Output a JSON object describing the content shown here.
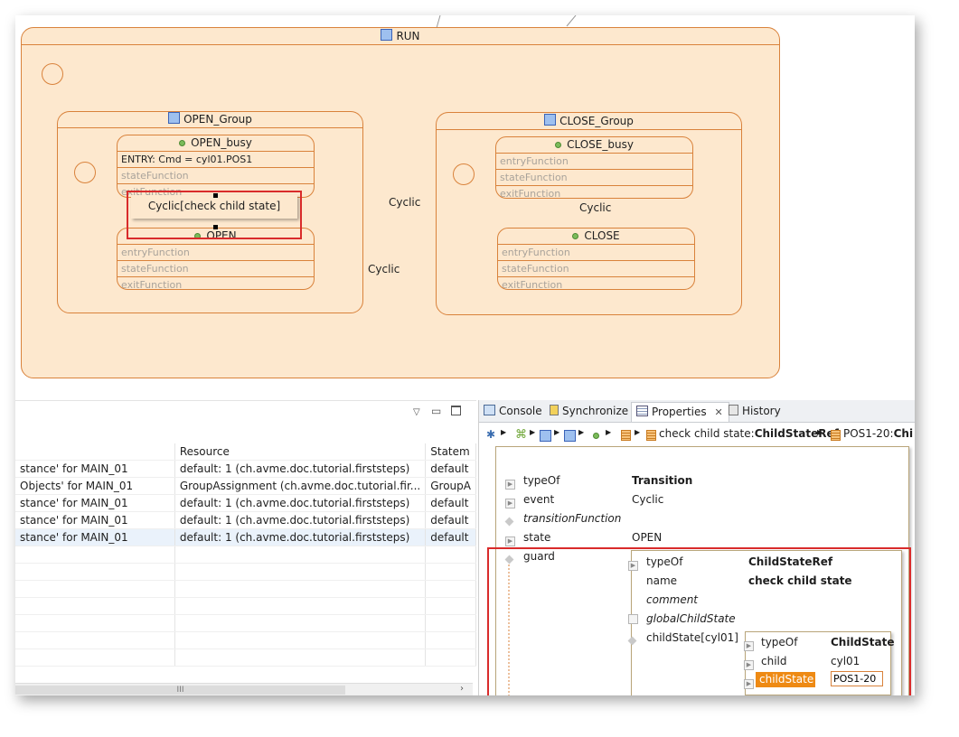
{
  "diagram": {
    "run_title": "RUN",
    "open_group_title": "OPEN_Group",
    "close_group_title": "CLOSE_Group",
    "open_busy": {
      "title": "OPEN_busy",
      "rows": [
        "ENTRY: Cmd = cyl01.POS1",
        "stateFunction",
        "exitFunction"
      ]
    },
    "open": {
      "title": "OPEN",
      "rows": [
        "entryFunction",
        "stateFunction",
        "exitFunction"
      ]
    },
    "close_busy": {
      "title": "CLOSE_busy",
      "rows": [
        "entryFunction",
        "stateFunction",
        "exitFunction"
      ]
    },
    "close": {
      "title": "CLOSE",
      "rows": [
        "entryFunction",
        "stateFunction",
        "exitFunction"
      ]
    },
    "label_selected": "Cyclic[check child state]",
    "label_cyclic_1": "Cyclic",
    "label_cyclic_2": "Cyclic",
    "label_cyclic_3": "Cyclic"
  },
  "left_view": {
    "columns": [
      "",
      "Resource",
      "Statem"
    ],
    "rows": [
      [
        "stance' for MAIN_01",
        "default: 1 (ch.avme.doc.tutorial.firststeps)",
        "default"
      ],
      [
        "Objects' for MAIN_01",
        "GroupAssignment (ch.avme.doc.tutorial.fir...",
        "GroupA"
      ],
      [
        "stance' for MAIN_01",
        "default: 1 (ch.avme.doc.tutorial.firststeps)",
        "default"
      ],
      [
        "stance' for MAIN_01",
        "default: 1 (ch.avme.doc.tutorial.firststeps)",
        "default"
      ],
      [
        "stance' for MAIN_01",
        "default: 1 (ch.avme.doc.tutorial.firststeps)",
        "default"
      ]
    ],
    "scroll_label": "III"
  },
  "tabs": [
    "Console",
    "Synchronize",
    "Properties",
    "History"
  ],
  "breadcrumb": {
    "ref": "check child state",
    "ref_type": "ChildStateRef",
    "child": "POS1-20",
    "child_type": "Chi"
  },
  "properties": {
    "typeOf_key": "typeOf",
    "typeOf_val": "Transition",
    "event_key": "event",
    "event_val": "Cyclic",
    "transitionFunction_key": "transitionFunction",
    "state_key": "state",
    "state_val": "OPEN",
    "guard_key": "guard"
  },
  "guard_panel": {
    "typeOf_key": "typeOf",
    "typeOf_val": "ChildStateRef",
    "name_key": "name",
    "name_val": "check child state",
    "comment_key": "comment",
    "global_key": "globalChildState",
    "childState_key": "childState[cyl01]"
  },
  "child_panel": {
    "typeOf_key": "typeOf",
    "typeOf_val": "ChildState",
    "child_key": "child",
    "child_val": "cyl01",
    "childState_key": "childState",
    "childState_val": "POS1-20"
  },
  "colors": {
    "state_fill": "#fde8ce",
    "state_border": "#d9823b",
    "highlight": "#d92b2b",
    "selected_row": "#ee8a14"
  }
}
